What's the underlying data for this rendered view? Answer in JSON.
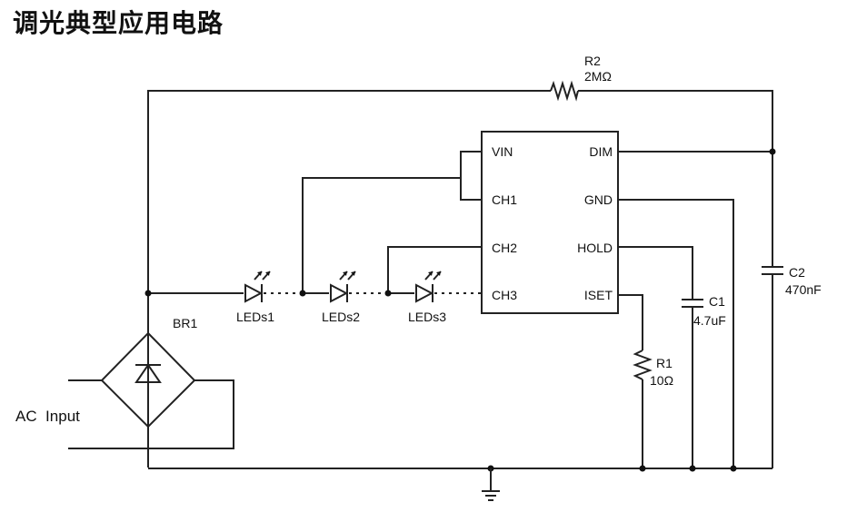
{
  "title": "调光典型应用电路",
  "components": {
    "r2": {
      "ref": "R2",
      "value": "2MΩ"
    },
    "c2": {
      "ref": "C2",
      "value": "470nF"
    },
    "c1": {
      "ref": "C1",
      "value": "4.7uF"
    },
    "r1": {
      "ref": "R1",
      "value": "10Ω"
    },
    "br1": {
      "ref": "BR1"
    },
    "leds": [
      "LEDs1",
      "LEDs2",
      "LEDs3"
    ]
  },
  "ic": {
    "left_pins": [
      "VIN",
      "CH1",
      "CH2",
      "CH3"
    ],
    "right_pins": [
      "DIM",
      "GND",
      "HOLD",
      "ISET"
    ]
  },
  "input_label": "AC  Input"
}
